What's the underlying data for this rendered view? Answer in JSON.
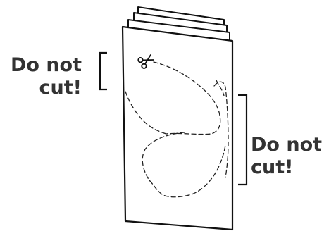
{
  "labels": {
    "left": {
      "line1": "Do not",
      "line2": "cut!"
    },
    "right": {
      "line1": "Do not",
      "line2": "cut!"
    }
  },
  "icons": {
    "scissors": "scissors-icon"
  },
  "colors": {
    "ink": "#111111",
    "label_text": "#333333",
    "background": "#ffffff"
  }
}
